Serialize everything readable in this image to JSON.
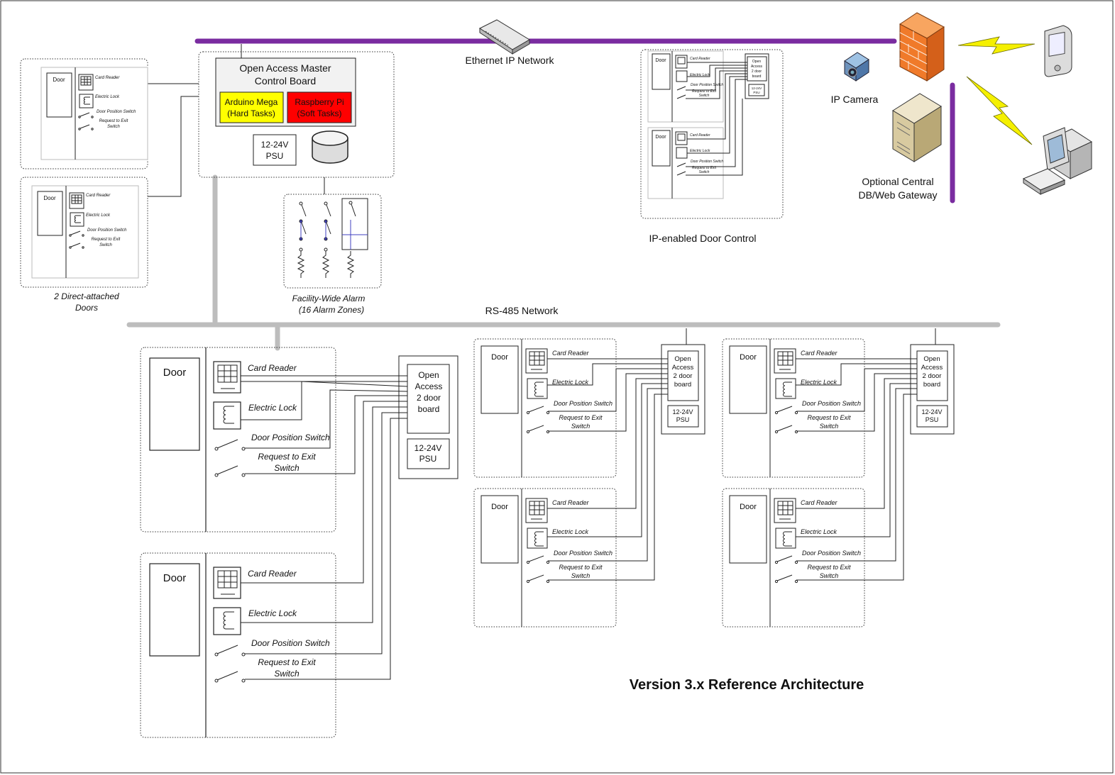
{
  "title": "Version 3.x Reference Architecture",
  "networks": {
    "ethernet": "Ethernet IP Network",
    "rs485": "RS-485 Network"
  },
  "master": {
    "title_line1": "Open Access Master",
    "title_line2": "Control Board",
    "arduino_line1": "Arduino Mega",
    "arduino_line2": "(Hard Tasks)",
    "rpi_line1": "Raspberry Pi",
    "rpi_line2": "(Soft Tasks)",
    "psu_line1": "12-24V",
    "psu_line2": "PSU"
  },
  "labels": {
    "direct_doors_line1": "2 Direct-attached",
    "direct_doors_line2": "Doors",
    "alarm_line1": "Facility-Wide Alarm",
    "alarm_line2": "(16 Alarm Zones)",
    "ip_door": "IP-enabled Door Control",
    "ip_camera": "IP Camera",
    "gateway_line1": "Optional Central",
    "gateway_line2": "DB/Web Gateway"
  },
  "door": {
    "door": "Door",
    "card_reader": "Card Reader",
    "electric_lock": "Electric Lock",
    "door_position_switch": "Door Position Switch",
    "rex_line1": "Request to Exit",
    "rex_line2": "Switch"
  },
  "board": {
    "line1": "Open",
    "line2": "Access",
    "line3": "2 door",
    "line4": "board",
    "psu_line1": "12-24V",
    "psu_line2": "PSU"
  },
  "colors": {
    "ethernet_bus": "#7a2ca0",
    "rs485_bus": "#bdbdbd",
    "arduino": "#ffff00",
    "raspberry_pi": "#ff0000",
    "firewall": "#f07a2a",
    "lightning": "#f5f000"
  },
  "icons": [
    "network-switch-icon",
    "firewall-icon",
    "pda-icon",
    "lightning-icon",
    "ip-camera-icon",
    "server-icon",
    "workstation-icon",
    "database-icon",
    "keypad-icon",
    "lock-icon",
    "switch-icon",
    "resistor-icon"
  ]
}
